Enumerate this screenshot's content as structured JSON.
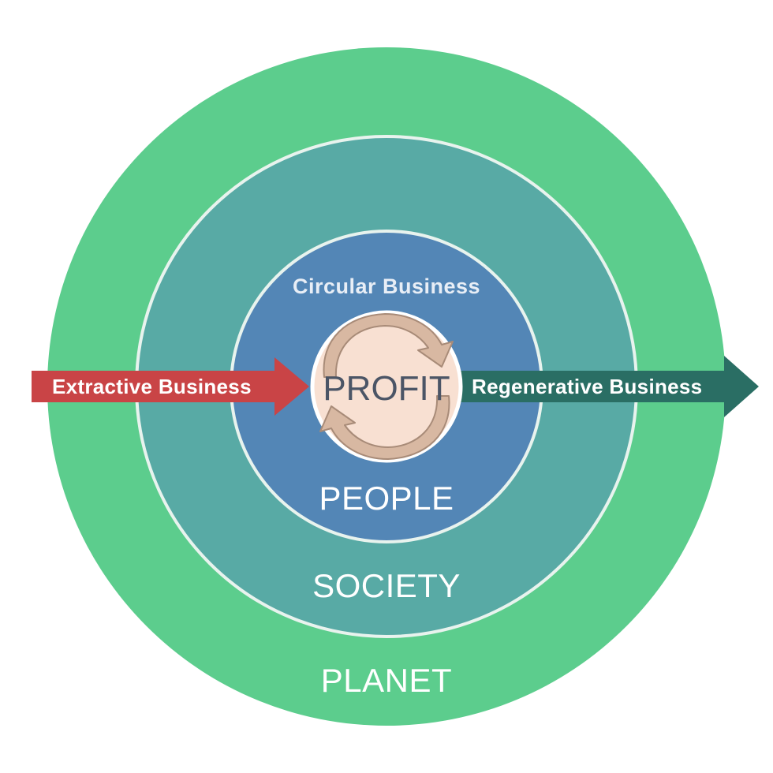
{
  "rings": {
    "planet_label": "PLANET",
    "society_label": "SOCIETY",
    "people_label": "PEOPLE",
    "core_label": "PROFIT"
  },
  "circular_label": "Circular Business",
  "arrows": {
    "left_label": "Extractive Business",
    "right_label": "Regenerative Business"
  },
  "colors": {
    "planet": "#5ccd8d",
    "society": "#58aaa5",
    "people": "#5386b6",
    "core": "#f8e0d2",
    "ring_border": "#e8f3ee",
    "cycle_arrow": "#d8b8a2",
    "cycle_arrow_stroke": "#a88b78",
    "extractive_arrow": "#c94446",
    "regenerative_arrow": "#2a6e64",
    "core_text": "#4b5566"
  }
}
